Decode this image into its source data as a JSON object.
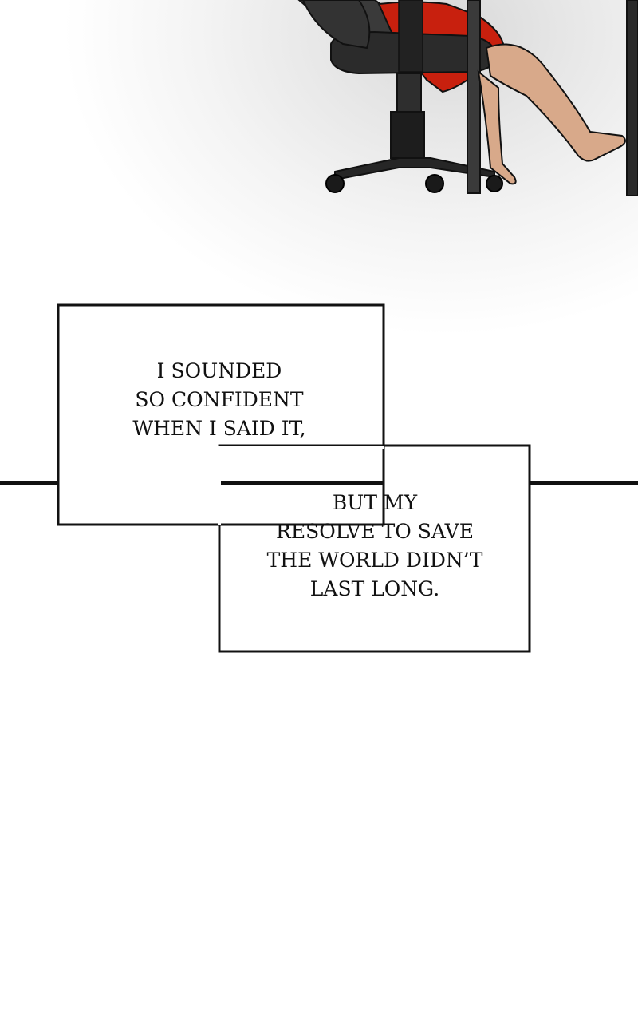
{
  "panel": {
    "illustration": "office-chair-legs-scene"
  },
  "captions": [
    {
      "lines": [
        "I SOUNDED",
        "SO CONFIDENT",
        "WHEN I SAID IT,"
      ]
    },
    {
      "lines": [
        "BUT MY",
        "RESOLVE TO SAVE",
        "THE WORLD DIDN’T",
        "LAST LONG."
      ]
    }
  ],
  "colors": {
    "skirt": "#c8200e",
    "chair": "#2b2b2b",
    "skin": "#d8a98a",
    "ink": "#111111",
    "background": "#ffffff"
  }
}
